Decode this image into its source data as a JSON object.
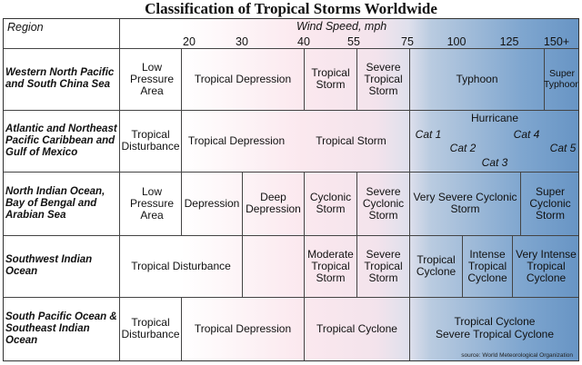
{
  "title": "Classification of Tropical Storms Worldwide",
  "header": {
    "region_label": "Region",
    "wind_label": "Wind Speed, mph",
    "ticks": [
      "20",
      "30",
      "40",
      "55",
      "75",
      "100",
      "125",
      "150+"
    ]
  },
  "rows": [
    {
      "region": "Western North Pacific and South China Sea",
      "cells": [
        "Low Pressure Area",
        "Tropical Depression",
        "Tropical Storm",
        "Severe Tropical Storm",
        "Typhoon",
        "Super Typhoon"
      ]
    },
    {
      "region": "Atlantic and Northeast Pacific Caribbean and Gulf of Mexico",
      "cells": [
        "Tropical Disturbance",
        "Tropical Depression",
        "Tropical Storm"
      ],
      "hurricane": {
        "label": "Hurricane",
        "cat1": "Cat 1",
        "cat2": "Cat 2",
        "cat3": "Cat 3",
        "cat4": "Cat 4",
        "cat5": "Cat 5"
      }
    },
    {
      "region": "North Indian Ocean, Bay of Bengal and Arabian Sea",
      "cells": [
        "Low Pressure Area",
        "Depression",
        "Deep Depression",
        "Cyclonic Storm",
        "Severe Cyclonic Storm",
        "Very Severe Cyclonic Storm",
        "Super Cyclonic Storm"
      ]
    },
    {
      "region": "Southwest Indian Ocean",
      "cells": [
        "Tropical Disturbance",
        "Moderate Tropical Storm",
        "Severe Tropical Storm",
        "Tropical Cyclone",
        "Intense Tropical Cyclone",
        "Very Intense Tropical Cyclone"
      ]
    },
    {
      "region": "South Pacific Ocean & Southeast Indian Ocean",
      "cells": [
        "Tropical Disturbance",
        "Tropical Depression",
        "Tropical Cyclone",
        "Tropical Cyclone",
        "Severe Tropical Cyclone"
      ]
    }
  ],
  "source": "source: World Meteorological Organization"
}
